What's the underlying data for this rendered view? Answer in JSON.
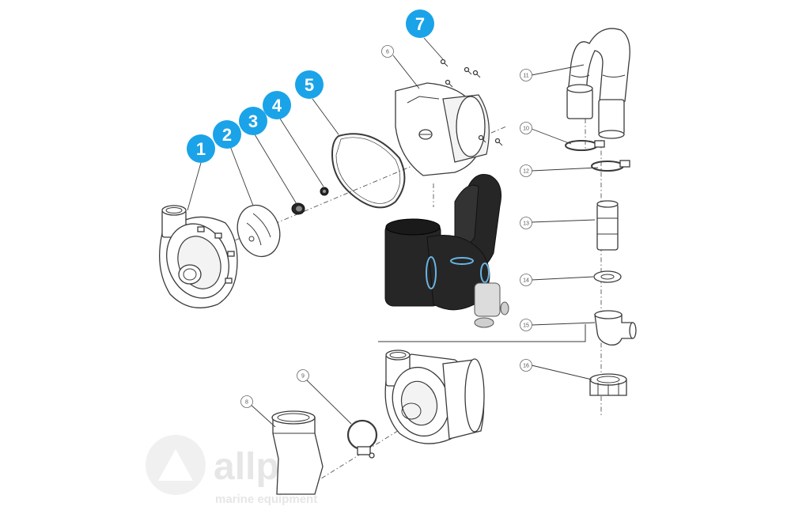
{
  "callouts": [
    {
      "n": "1",
      "color": "#1aa3e8"
    },
    {
      "n": "2",
      "color": "#1aa3e8"
    },
    {
      "n": "3",
      "color": "#1aa3e8"
    },
    {
      "n": "4",
      "color": "#1aa3e8"
    },
    {
      "n": "5",
      "color": "#1aa3e8"
    },
    {
      "n": "7",
      "color": "#1aa3e8"
    }
  ],
  "part_numbers": [
    "6",
    "8",
    "9",
    "10",
    "11",
    "12",
    "13",
    "14",
    "15",
    "16"
  ],
  "watermark": {
    "brand": "allpa",
    "tagline": "marine equipment"
  }
}
